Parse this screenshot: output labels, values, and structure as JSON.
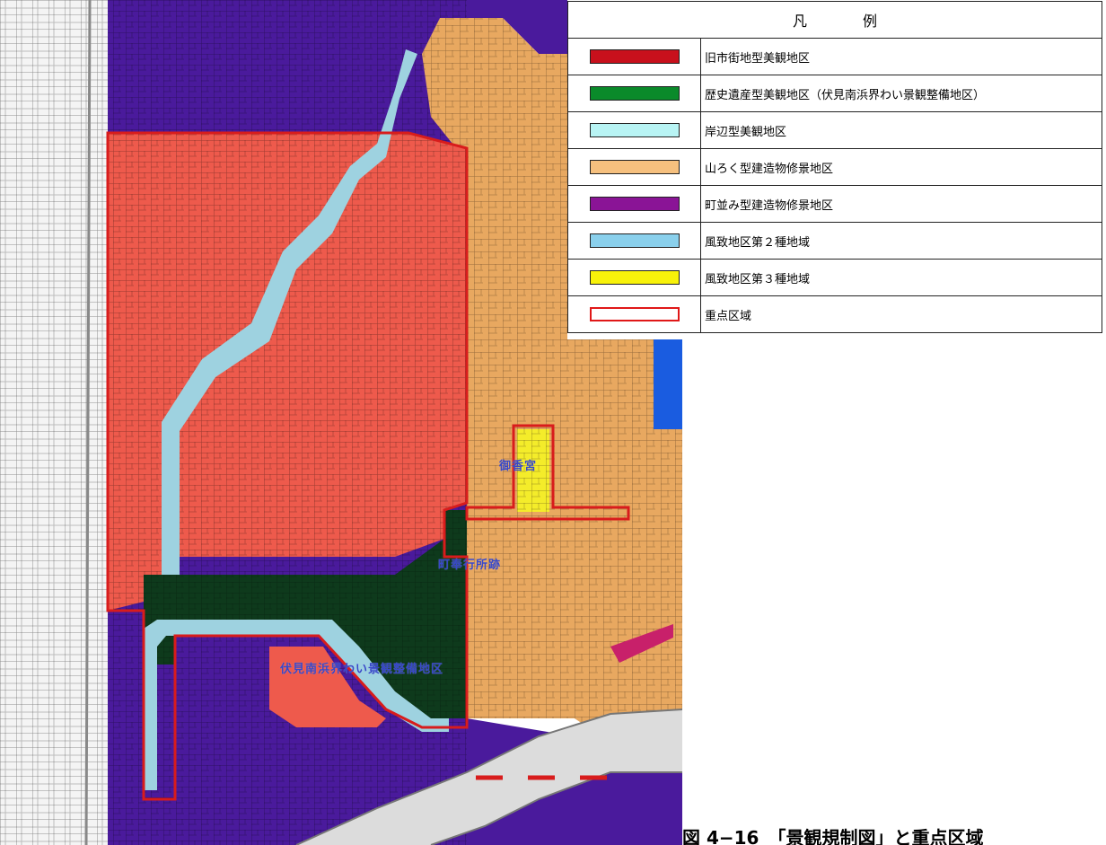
{
  "legend": {
    "title_left": "凡",
    "title_right": "例",
    "items": [
      {
        "id": "kyushigai",
        "label": "旧市街地型美観地区",
        "fill": "#c8101c",
        "border": "#222222"
      },
      {
        "id": "rekishi",
        "label": "歴史遺産型美観地区（伏見南浜界わい景観整備地区）",
        "fill": "#0a8a2a",
        "border": "#222222"
      },
      {
        "id": "kishibe",
        "label": "岸辺型美観地区",
        "fill": "#b8f4f4",
        "border": "#222222"
      },
      {
        "id": "yamaroku",
        "label": "山ろく型建造物修景地区",
        "fill": "#f6c07e",
        "border": "#222222"
      },
      {
        "id": "machinami",
        "label": "町並み型建造物修景地区",
        "fill": "#8a1496",
        "border": "#222222"
      },
      {
        "id": "fuchi2",
        "label": "風致地区第２種地域",
        "fill": "#8ad0ec",
        "border": "#222222"
      },
      {
        "id": "fuchi3",
        "label": "風致地区第３種地域",
        "fill": "#f8f20a",
        "border": "#222222"
      },
      {
        "id": "juten",
        "label": "重点区域",
        "fill": "#ffffff",
        "border": "#e01818"
      }
    ]
  },
  "map_labels": [
    {
      "id": "label-rekishi-upper",
      "text": "町奉行所跡"
    },
    {
      "id": "label-rekishi-lower",
      "text": "伏見南浜界わい景観整備地区"
    },
    {
      "id": "label-yellow-area",
      "text": "御香宮"
    }
  ],
  "caption": "図 4−16　「景観規制図」と重点区域",
  "colors": {
    "purple_base": "#4a1a9c",
    "red_district": "#ee5a4c",
    "red_border": "#d81c1c",
    "orange_district": "#e8a860",
    "green_district": "#0e3a1c",
    "light_blue": "#9ed2e0",
    "yellow": "#f4ec2a",
    "blue": "#1a5ce0",
    "river": "#dcdcdc"
  }
}
